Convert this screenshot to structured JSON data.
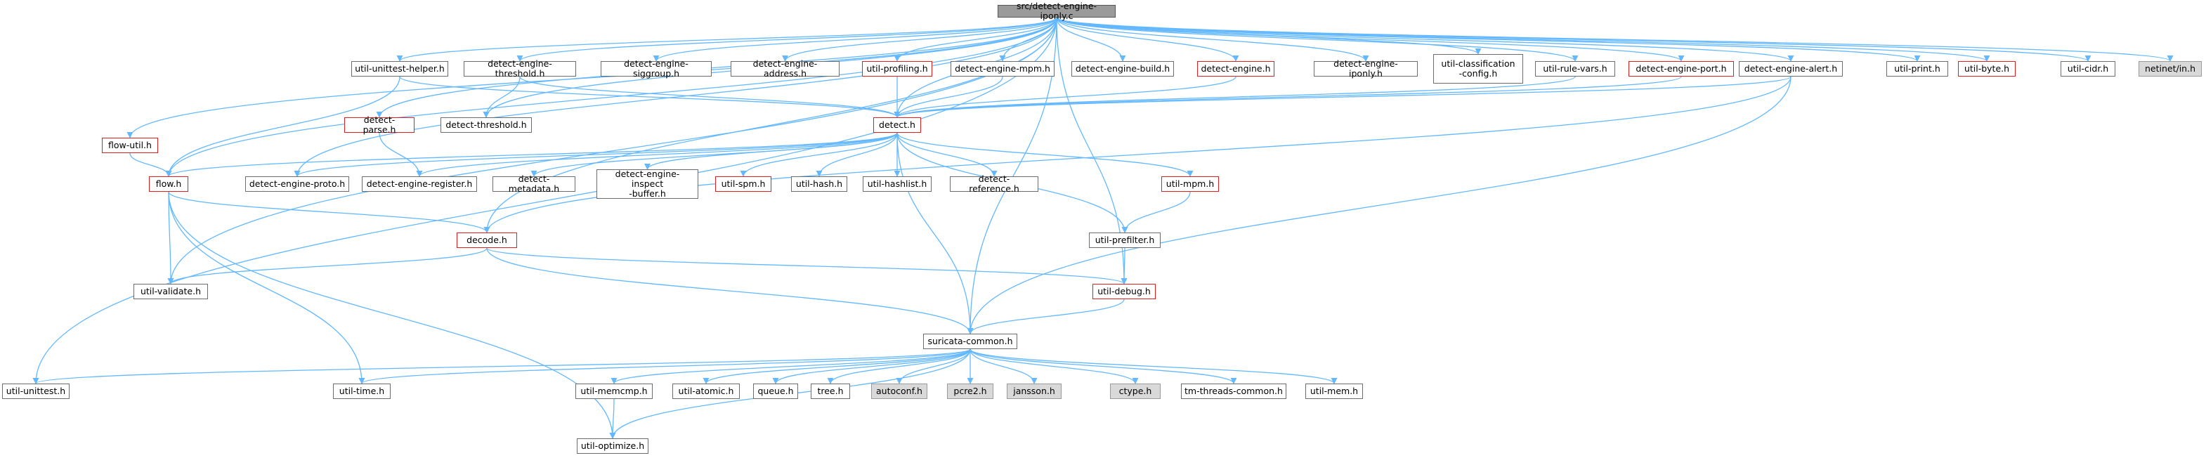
{
  "diagram": {
    "title": "src/detect-engine-iponly.c",
    "edge_color": "#63b8ff",
    "nodes": [
      {
        "id": "root",
        "label": "src/detect-engine-iponly.c",
        "style": "root"
      },
      {
        "id": "util_unittest",
        "label": "util-unittest.h",
        "style": "normal"
      },
      {
        "id": "flow_util",
        "label": "flow-util.h",
        "style": "red"
      },
      {
        "id": "flow",
        "label": "flow.h",
        "style": "red"
      },
      {
        "id": "util_validate",
        "label": "util-validate.h",
        "style": "normal"
      },
      {
        "id": "util_unittest_helper",
        "label": "util-unittest-helper.h",
        "style": "normal"
      },
      {
        "id": "detect_engine_threshold",
        "label": "detect-engine-threshold.h",
        "style": "normal"
      },
      {
        "id": "detect_engine_siggroup",
        "label": "detect-engine-siggroup.h",
        "style": "normal"
      },
      {
        "id": "detect_engine_address",
        "label": "detect-engine-address.h",
        "style": "normal"
      },
      {
        "id": "util_profiling",
        "label": "util-profiling.h",
        "style": "red"
      },
      {
        "id": "detect_engine_mpm",
        "label": "detect-engine-mpm.h",
        "style": "normal"
      },
      {
        "id": "detect_engine_build",
        "label": "detect-engine-build.h",
        "style": "normal"
      },
      {
        "id": "detect_engine",
        "label": "detect-engine.h",
        "style": "red"
      },
      {
        "id": "detect_engine_iponly",
        "label": "detect-engine-iponly.h",
        "style": "normal"
      },
      {
        "id": "util_classification_config",
        "label": "util-classification\n-config.h",
        "style": "normal"
      },
      {
        "id": "util_rule_vars",
        "label": "util-rule-vars.h",
        "style": "normal"
      },
      {
        "id": "detect_engine_port",
        "label": "detect-engine-port.h",
        "style": "red"
      },
      {
        "id": "detect_engine_alert",
        "label": "detect-engine-alert.h",
        "style": "normal"
      },
      {
        "id": "util_print",
        "label": "util-print.h",
        "style": "normal"
      },
      {
        "id": "util_byte",
        "label": "util-byte.h",
        "style": "red"
      },
      {
        "id": "util_cidr",
        "label": "util-cidr.h",
        "style": "normal"
      },
      {
        "id": "netinet_in",
        "label": "netinet/in.h",
        "style": "gray"
      },
      {
        "id": "detect_parse",
        "label": "detect-parse.h",
        "style": "red"
      },
      {
        "id": "detect_threshold",
        "label": "detect-threshold.h",
        "style": "normal"
      },
      {
        "id": "detect",
        "label": "detect.h",
        "style": "red"
      },
      {
        "id": "detect_engine_proto",
        "label": "detect-engine-proto.h",
        "style": "normal"
      },
      {
        "id": "detect_engine_register",
        "label": "detect-engine-register.h",
        "style": "normal"
      },
      {
        "id": "detect_metadata",
        "label": "detect-metadata.h",
        "style": "normal"
      },
      {
        "id": "detect_engine_inspect_buffer",
        "label": "detect-engine-inspect\n-buffer.h",
        "style": "normal"
      },
      {
        "id": "util_spm",
        "label": "util-spm.h",
        "style": "red"
      },
      {
        "id": "util_hash",
        "label": "util-hash.h",
        "style": "normal"
      },
      {
        "id": "util_hashlist",
        "label": "util-hashlist.h",
        "style": "normal"
      },
      {
        "id": "detect_reference",
        "label": "detect-reference.h",
        "style": "normal"
      },
      {
        "id": "util_mpm",
        "label": "util-mpm.h",
        "style": "red"
      },
      {
        "id": "decode",
        "label": "decode.h",
        "style": "red"
      },
      {
        "id": "util_prefilter",
        "label": "util-prefilter.h",
        "style": "normal"
      },
      {
        "id": "util_debug",
        "label": "util-debug.h",
        "style": "red"
      },
      {
        "id": "suricata_common",
        "label": "suricata-common.h",
        "style": "normal"
      },
      {
        "id": "util_time",
        "label": "util-time.h",
        "style": "normal"
      },
      {
        "id": "util_memcmp",
        "label": "util-memcmp.h",
        "style": "normal"
      },
      {
        "id": "util_atomic",
        "label": "util-atomic.h",
        "style": "normal"
      },
      {
        "id": "queue",
        "label": "queue.h",
        "style": "normal"
      },
      {
        "id": "tree",
        "label": "tree.h",
        "style": "normal"
      },
      {
        "id": "autoconf",
        "label": "autoconf.h",
        "style": "gray"
      },
      {
        "id": "pcre2",
        "label": "pcre2.h",
        "style": "gray"
      },
      {
        "id": "jansson",
        "label": "jansson.h",
        "style": "gray"
      },
      {
        "id": "ctype",
        "label": "ctype.h",
        "style": "gray"
      },
      {
        "id": "tm_threads_common",
        "label": "tm-threads-common.h",
        "style": "normal"
      },
      {
        "id": "util_mem",
        "label": "util-mem.h",
        "style": "normal"
      },
      {
        "id": "util_optimize",
        "label": "util-optimize.h",
        "style": "normal"
      }
    ],
    "edges": [
      [
        "root",
        "util_unittest"
      ],
      [
        "root",
        "flow_util"
      ],
      [
        "root",
        "flow"
      ],
      [
        "root",
        "util_validate"
      ],
      [
        "root",
        "util_unittest_helper"
      ],
      [
        "root",
        "detect_engine_threshold"
      ],
      [
        "root",
        "detect_engine_siggroup"
      ],
      [
        "root",
        "detect_engine_address"
      ],
      [
        "root",
        "util_profiling"
      ],
      [
        "root",
        "detect_engine_mpm"
      ],
      [
        "root",
        "detect_engine_build"
      ],
      [
        "root",
        "detect_engine"
      ],
      [
        "root",
        "detect_engine_iponly"
      ],
      [
        "root",
        "util_classification_config"
      ],
      [
        "root",
        "util_rule_vars"
      ],
      [
        "root",
        "detect_engine_port"
      ],
      [
        "root",
        "detect_engine_alert"
      ],
      [
        "root",
        "util_print"
      ],
      [
        "root",
        "util_byte"
      ],
      [
        "root",
        "util_cidr"
      ],
      [
        "root",
        "netinet_in"
      ],
      [
        "root",
        "detect_parse"
      ],
      [
        "root",
        "detect_threshold"
      ],
      [
        "root",
        "detect"
      ],
      [
        "root",
        "detect_engine_proto"
      ],
      [
        "root",
        "decode"
      ],
      [
        "root",
        "util_debug"
      ],
      [
        "root",
        "suricata_common"
      ],
      [
        "flow_util",
        "flow"
      ],
      [
        "util_unittest_helper",
        "flow"
      ],
      [
        "util_unittest_helper",
        "detect"
      ],
      [
        "detect_engine_threshold",
        "detect_threshold"
      ],
      [
        "detect_engine_threshold",
        "detect"
      ],
      [
        "util_profiling",
        "detect"
      ],
      [
        "detect_engine_mpm",
        "detect"
      ],
      [
        "detect_engine",
        "detect"
      ],
      [
        "util_rule_vars",
        "detect"
      ],
      [
        "detect_engine_port",
        "detect"
      ],
      [
        "detect_engine_alert",
        "detect"
      ],
      [
        "detect_engine_alert",
        "decode"
      ],
      [
        "detect_engine_alert",
        "suricata_common"
      ],
      [
        "detect_parse",
        "detect_engine_register"
      ],
      [
        "detect",
        "flow"
      ],
      [
        "detect",
        "detect_engine_proto"
      ],
      [
        "detect",
        "detect_engine_register"
      ],
      [
        "detect",
        "detect_metadata"
      ],
      [
        "detect",
        "detect_engine_inspect_buffer"
      ],
      [
        "detect",
        "util_spm"
      ],
      [
        "detect",
        "util_hash"
      ],
      [
        "detect",
        "util_hashlist"
      ],
      [
        "detect",
        "detect_reference"
      ],
      [
        "detect",
        "util_mpm"
      ],
      [
        "detect",
        "util_prefilter"
      ],
      [
        "detect",
        "suricata_common"
      ],
      [
        "flow",
        "decode"
      ],
      [
        "flow",
        "util_validate"
      ],
      [
        "flow",
        "util_time"
      ],
      [
        "flow",
        "util_optimize"
      ],
      [
        "util_mpm",
        "util_prefilter"
      ],
      [
        "util_prefilter",
        "util_debug"
      ],
      [
        "decode",
        "util_validate"
      ],
      [
        "decode",
        "util_debug"
      ],
      [
        "decode",
        "suricata_common"
      ],
      [
        "util_debug",
        "suricata_common"
      ],
      [
        "suricata_common",
        "util_unittest"
      ],
      [
        "suricata_common",
        "util_time"
      ],
      [
        "suricata_common",
        "util_memcmp"
      ],
      [
        "suricata_common",
        "util_atomic"
      ],
      [
        "suricata_common",
        "queue"
      ],
      [
        "suricata_common",
        "tree"
      ],
      [
        "suricata_common",
        "autoconf"
      ],
      [
        "suricata_common",
        "pcre2"
      ],
      [
        "suricata_common",
        "jansson"
      ],
      [
        "suricata_common",
        "ctype"
      ],
      [
        "suricata_common",
        "tm_threads_common"
      ],
      [
        "suricata_common",
        "util_mem"
      ],
      [
        "suricata_common",
        "util_optimize"
      ],
      [
        "util_memcmp",
        "util_optimize"
      ]
    ]
  }
}
